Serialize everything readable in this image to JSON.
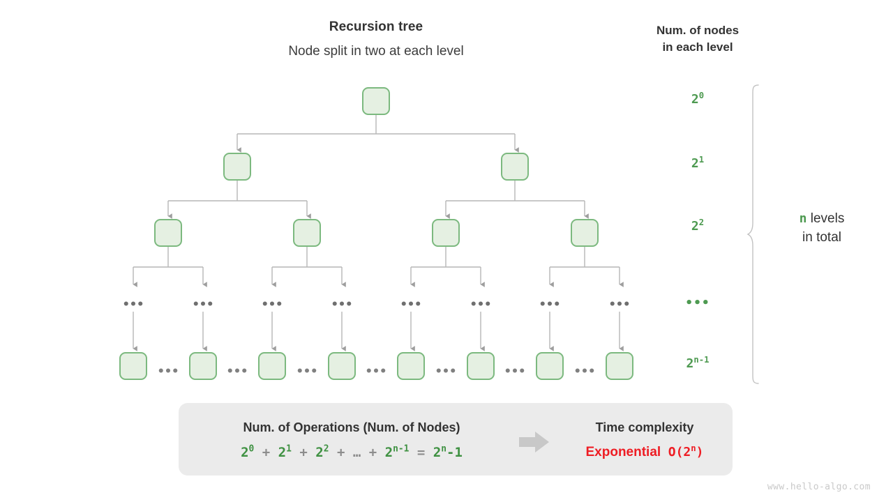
{
  "headings": {
    "title": "Recursion tree",
    "subtitle": "Node split in two at each level",
    "right_column_line1": "Num. of nodes",
    "right_column_line2": "in each level"
  },
  "level_labels": [
    {
      "base": "2",
      "exp": "0"
    },
    {
      "base": "2",
      "exp": "1"
    },
    {
      "base": "2",
      "exp": "2"
    },
    {
      "dots": "•••"
    },
    {
      "base": "2",
      "exp": "n-1"
    }
  ],
  "brace_caption": {
    "symbol": "n",
    "text_after_symbol": "levels",
    "line2": "in total"
  },
  "tree": {
    "node_placeholder_text": "",
    "ellipsis": "•••",
    "levels": 5,
    "bottom_row_nodes": 8
  },
  "summary_panel": {
    "left_title": "Num. of Operations (Num. of Nodes)",
    "formula_terms": [
      {
        "type": "term",
        "base": "2",
        "exp": "0"
      },
      {
        "type": "op",
        "text": "+"
      },
      {
        "type": "term",
        "base": "2",
        "exp": "1"
      },
      {
        "type": "op",
        "text": "+"
      },
      {
        "type": "term",
        "base": "2",
        "exp": "2"
      },
      {
        "type": "op",
        "text": "+"
      },
      {
        "type": "op",
        "text": "…"
      },
      {
        "type": "op",
        "text": "+"
      },
      {
        "type": "term",
        "base": "2",
        "exp": "n-1"
      },
      {
        "type": "op",
        "text": "="
      },
      {
        "type": "term",
        "base": "2",
        "exp": "n",
        "suffix": "-1"
      }
    ],
    "formula_plain": "2⁰ + 2¹ + 2² + … + 2ⁿ⁻¹ = 2ⁿ-1",
    "arrow_icon": "right-arrow-icon",
    "right_title": "Time complexity",
    "right_value_word": "Exponential",
    "right_value_bigo_prefix": "O(2",
    "right_value_bigo_exp": "n",
    "right_value_bigo_suffix": ")",
    "right_value_plain": "Exponential  O(2ⁿ)"
  },
  "watermark": "www.hello-algo.com",
  "colors": {
    "node_fill": "#e5f0e2",
    "node_border": "#7cb97f",
    "green_text": "#4e9a51",
    "red_accent": "#ee1d24",
    "panel_bg": "#ebebeb",
    "connector": "#b0b0b0",
    "text": "#333333"
  }
}
